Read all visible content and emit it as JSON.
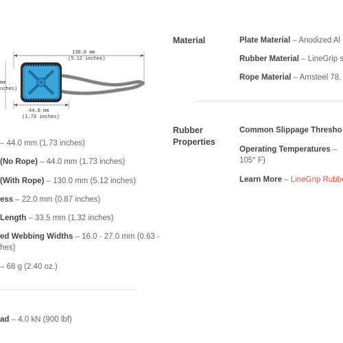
{
  "diagram": {
    "total_length": "130.0 mm",
    "total_length_in": "(5.12 inches)",
    "left_dim_top": "mm",
    "left_dim_bottom": "nches)",
    "width": "44.0 mm",
    "width_in": "(1.73 inches)"
  },
  "left_specs": [
    {
      "label": "",
      "sep": "",
      "value": "– 44.0 mm (1.73 inches)"
    },
    {
      "label": "(No Rope)",
      "sep": " – ",
      "value": "44.0 mm (1.73 inches)"
    },
    {
      "label": "(With Rope)",
      "sep": " – ",
      "value": "130.0 mm (5.12 inches)"
    },
    {
      "label": "ess",
      "sep": " – ",
      "value": "22.0 mm (0.87 inches)"
    },
    {
      "label": "Length",
      "sep": " – ",
      "value": "33.5 mm (1.32 inches)"
    },
    {
      "label": "ed Webbing Widths",
      "sep": " – ",
      "value": "16.0 - 27.0 mm (0.63 -",
      "value2": "hes)"
    },
    {
      "label": "",
      "sep": "",
      "value": "– 68 g (2.40 oz.)"
    },
    {
      "label": "ad",
      "sep": " – ",
      "value": "4.0 kN (900 lbf)"
    }
  ],
  "material": {
    "title": "Material",
    "items": [
      {
        "label": "Plate Material",
        "sep": " – ",
        "value": "Anodized Al"
      },
      {
        "label": "Rubber Material",
        "sep": " – ",
        "value": "LineGrip s"
      },
      {
        "label": "Rope Material",
        "sep": " – ",
        "value": "Amsteel 78,"
      }
    ]
  },
  "rubber": {
    "title_line1": "Rubber",
    "title_line2": "Properties",
    "items": [
      {
        "label": "Common Slippage Thresho",
        "sep": "",
        "value": ""
      },
      {
        "label": "Operating Temperatures",
        "sep": " – ",
        "value": "",
        "value2": "105° F)"
      },
      {
        "label": "Learn More",
        "sep": " – ",
        "value": "LineGrip Rubbe"
      }
    ]
  }
}
